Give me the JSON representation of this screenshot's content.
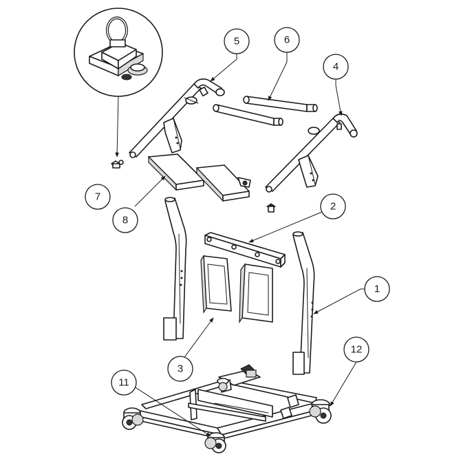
{
  "callouts": [
    {
      "id": "1",
      "label": "1"
    },
    {
      "id": "2",
      "label": "2"
    },
    {
      "id": "3",
      "label": "3"
    },
    {
      "id": "4",
      "label": "4"
    },
    {
      "id": "5",
      "label": "5"
    },
    {
      "id": "6",
      "label": "6"
    },
    {
      "id": "7",
      "label": "7"
    },
    {
      "id": "8",
      "label": "8"
    },
    {
      "id": "11",
      "label": "11"
    },
    {
      "id": "12",
      "label": "12"
    }
  ]
}
